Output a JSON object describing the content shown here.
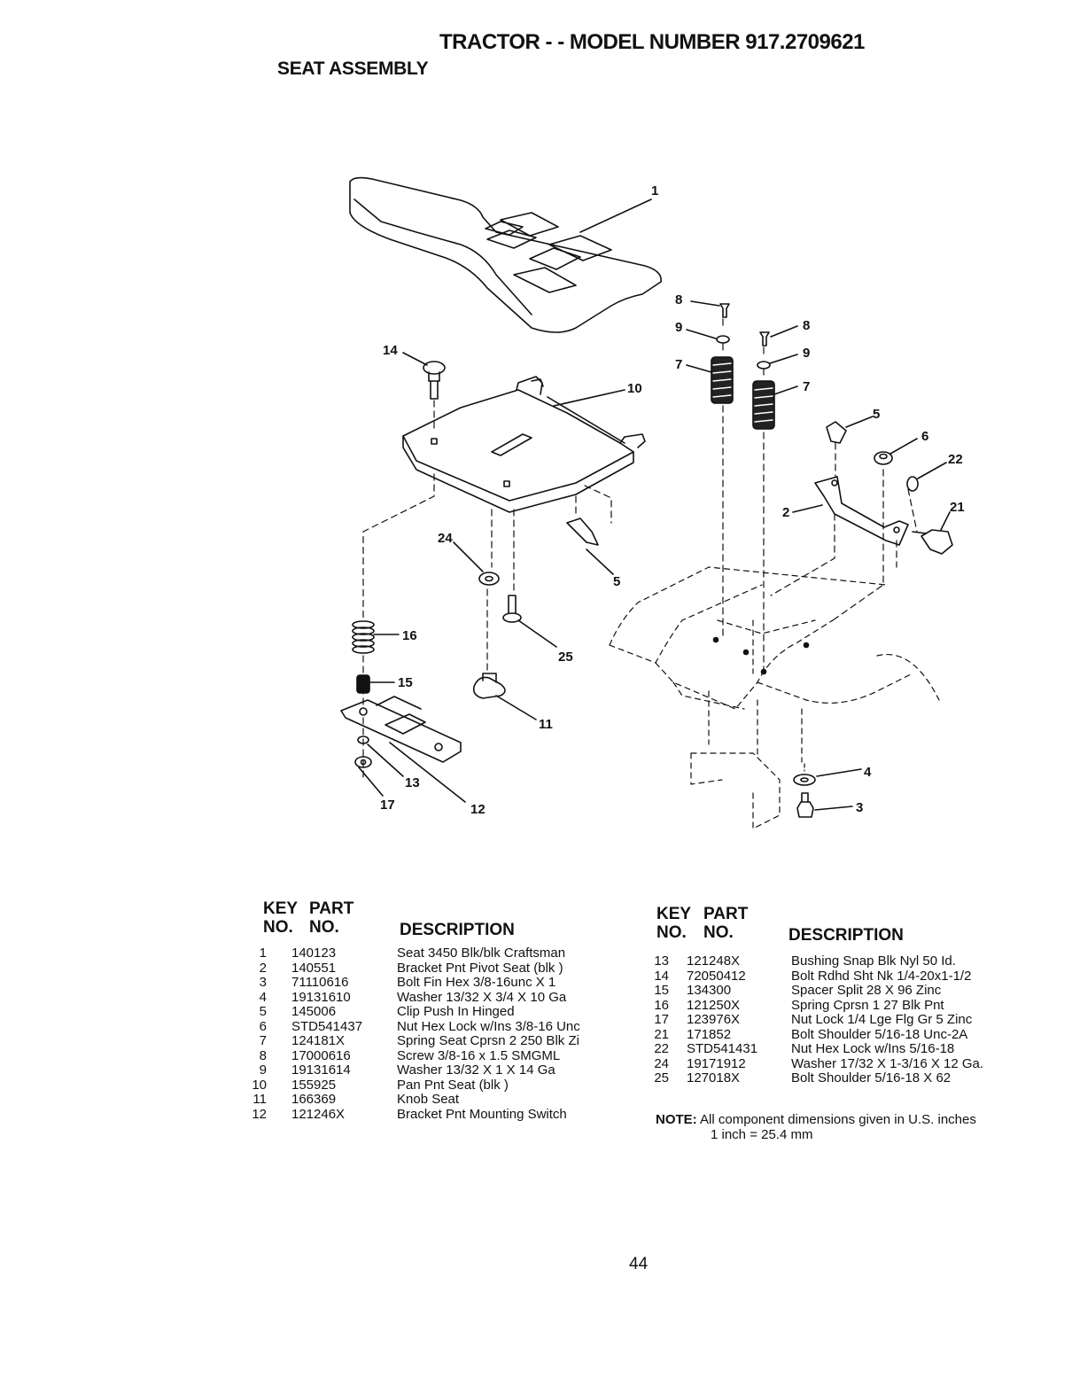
{
  "header": {
    "title": "TRACTOR - - MODEL NUMBER 917.2709621",
    "subtitle": "SEAT ASSEMBLY"
  },
  "diagram": {
    "callouts": [
      "1",
      "14",
      "10",
      "8",
      "9",
      "8",
      "9",
      "7",
      "7",
      "5",
      "6",
      "22",
      "2",
      "21",
      "24",
      "5",
      "16",
      "25",
      "15",
      "11",
      "13",
      "17",
      "12",
      "4",
      "3"
    ]
  },
  "table_headers": {
    "key_no": "KEY NO.",
    "key": "KEY",
    "no1": "NO.",
    "part": "PART",
    "no2": "NO.",
    "description": "DESCRIPTION"
  },
  "parts_left": [
    {
      "key": "1",
      "part": "140123",
      "description": "Seat 3450 Blk/blk Craftsman"
    },
    {
      "key": "2",
      "part": "140551",
      "description": "Bracket Pnt Pivot Seat (blk )"
    },
    {
      "key": "3",
      "part": "71110616",
      "description": "Bolt Fin Hex 3/8-16unc X 1"
    },
    {
      "key": "4",
      "part": "19131610",
      "description": "Washer 13/32 X 3/4 X 10 Ga"
    },
    {
      "key": "5",
      "part": "145006",
      "description": "Clip Push In Hinged"
    },
    {
      "key": "6",
      "part": "STD541437",
      "description": "Nut Hex Lock w/Ins 3/8-16 Unc"
    },
    {
      "key": "7",
      "part": "124181X",
      "description": "Spring Seat Cprsn 2 250 Blk Zi"
    },
    {
      "key": "8",
      "part": "17000616",
      "description": "Screw 3/8-16 x 1.5 SMGML"
    },
    {
      "key": "9",
      "part": "19131614",
      "description": "Washer 13/32 X 1 X 14 Ga"
    },
    {
      "key": "10",
      "part": "155925",
      "description": "Pan Pnt Seat (blk )"
    },
    {
      "key": "11",
      "part": "166369",
      "description": "Knob Seat"
    },
    {
      "key": "12",
      "part": "121246X",
      "description": "Bracket Pnt Mounting Switch"
    }
  ],
  "parts_right": [
    {
      "key": "13",
      "part": "121248X",
      "description": "Bushing Snap Blk Nyl 50 Id."
    },
    {
      "key": "14",
      "part": "72050412",
      "description": "Bolt Rdhd Sht Nk 1/4-20x1-1/2"
    },
    {
      "key": "15",
      "part": "134300",
      "description": "Spacer Split 28 X 96 Zinc"
    },
    {
      "key": "16",
      "part": "121250X",
      "description": "Spring Cprsn 1 27 Blk Pnt"
    },
    {
      "key": "17",
      "part": "123976X",
      "description": "Nut Lock 1/4 Lge Flg Gr 5 Zinc"
    },
    {
      "key": "21",
      "part": "171852",
      "description": "Bolt Shoulder 5/16-18 Unc-2A"
    },
    {
      "key": "22",
      "part": "STD541431",
      "description": "Nut Hex Lock w/Ins 5/16-18"
    },
    {
      "key": "24",
      "part": "19171912",
      "description": "Washer 17/32 X 1-3/16 X 12 Ga."
    },
    {
      "key": "25",
      "part": "127018X",
      "description": "Bolt Shoulder 5/16-18 X 62"
    }
  ],
  "note": {
    "label": "NOTE:",
    "text": "All component dimensions given in U.S. inches",
    "conversion": "1 inch = 25.4 mm"
  },
  "page_number": "44"
}
